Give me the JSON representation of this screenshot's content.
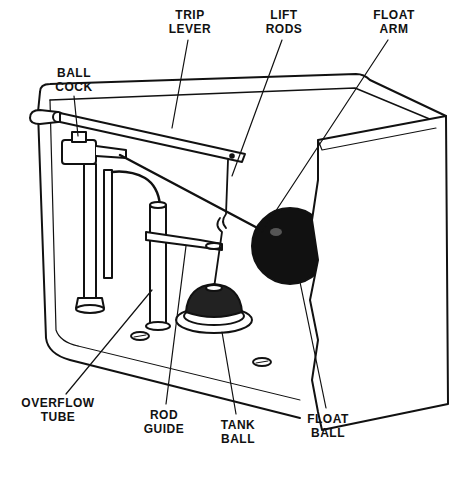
{
  "diagram": {
    "labels": [
      "TRIP LEVER",
      "LIFT RODS",
      "FLOAT ARM",
      "BALL COCK",
      "OVERFLOW TUBE",
      "ROD GUIDE",
      "TANK BALL",
      "FLOAT BALL"
    ]
  }
}
